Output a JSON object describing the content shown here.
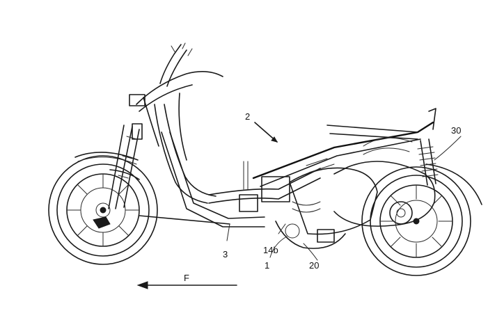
{
  "labels": {
    "assembly": "2",
    "damper": "30",
    "frame_member": "3",
    "bracket": "14b",
    "engine_unit": "1",
    "motor": "20",
    "direction": "F"
  }
}
